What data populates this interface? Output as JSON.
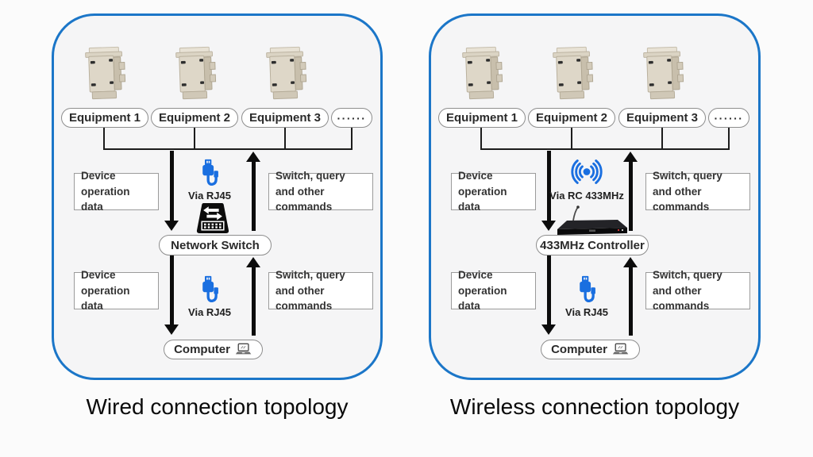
{
  "colors": {
    "panel_border_blue": "#1b76c8",
    "icon_blue": "#1a6fe0",
    "arrow_black": "#0c0c0c",
    "panel_background": "#f5f5f6"
  },
  "diagrams": [
    {
      "title": "Wired connection topology",
      "equipment_icon": "equipment-enclosure-icon",
      "equipment_labels": [
        "Equipment 1",
        "Equipment 2",
        "Equipment 3",
        "······"
      ],
      "upper": {
        "data_label": "Device\noperation data",
        "via_label": "Via RJ45",
        "via_icon": "usb-cable-icon",
        "commands_label": "Switch, query\nand other commands",
        "hub_icon": "network-switch-icon",
        "hub_label": "Network Switch"
      },
      "lower": {
        "data_label": "Device\noperation data",
        "via_label": "Via RJ45",
        "via_icon": "usb-cable-icon",
        "commands_label": "Switch, query\nand other commands",
        "endpoint_label": "Computer",
        "endpoint_icon": "laptop-icon"
      }
    },
    {
      "title": "Wireless connection topology",
      "equipment_icon": "equipment-enclosure-icon",
      "equipment_labels": [
        "Equipment 1",
        "Equipment 2",
        "Equipment 3",
        "······"
      ],
      "upper": {
        "data_label": "Device\noperation data",
        "via_label": "Via RC 433MHz",
        "via_icon": "wireless-signal-icon",
        "commands_label": "Switch, query\nand other commands",
        "hub_icon": "controller-device-icon",
        "hub_label": "433MHz Controller"
      },
      "lower": {
        "data_label": "Device\noperation data",
        "via_label": "Via RJ45",
        "via_icon": "usb-cable-icon",
        "commands_label": "Switch, query\nand other commands",
        "endpoint_label": "Computer",
        "endpoint_icon": "laptop-icon"
      }
    }
  ]
}
